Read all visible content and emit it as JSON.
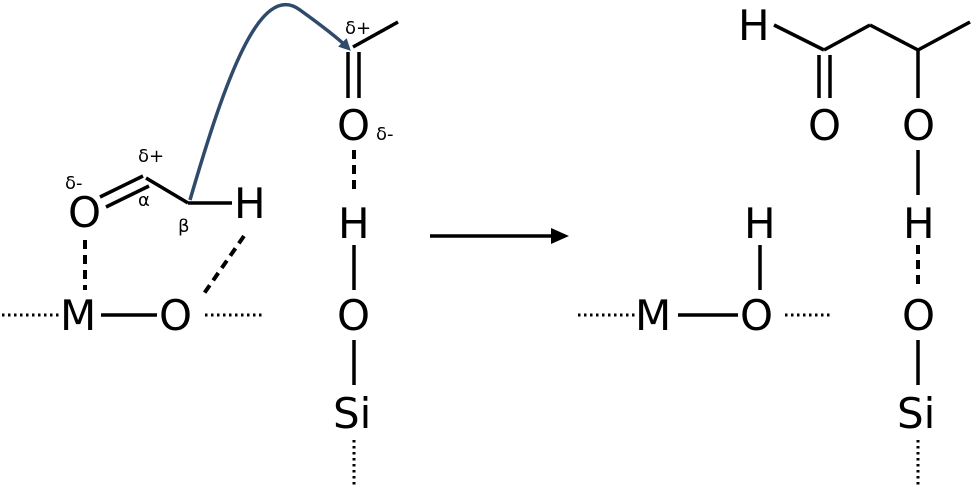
{
  "atoms": {
    "M": "M",
    "O": "O",
    "H": "H",
    "Si": "Si"
  },
  "labels": {
    "delta_plus": "δ+",
    "delta_minus": "δ-",
    "alpha": "α",
    "beta": "β"
  },
  "colors": {
    "curved_arrow": "#2f4a6b",
    "ink": "#000000"
  }
}
